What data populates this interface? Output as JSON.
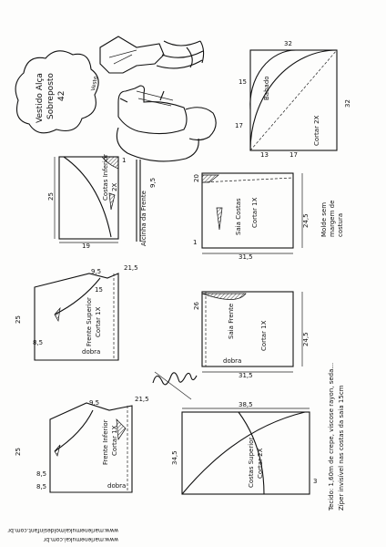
{
  "title": {
    "line1": "Vestido Alça",
    "line2": "Sobreposto",
    "size": "42"
  },
  "pieces": {
    "alcinha": {
      "label": "Alcinha da Frente",
      "dim": "9,5",
      "note": "*"
    },
    "costas_inf": {
      "label": "Costas Inferior",
      "qty": "2X",
      "h": "25",
      "w": "19",
      "w2": "1"
    },
    "saia_costas": {
      "label": "Saia Costas",
      "cut": "Cortar 1X",
      "h1": "20",
      "h2": "24,5",
      "w": "31,5",
      "t1": "1"
    },
    "molde": {
      "l1": "Molde sem",
      "l2": "margem de",
      "l3": "costura"
    },
    "babado": {
      "label": "Babado",
      "qty": "Cortar 2X",
      "side": "32",
      "inner": "17",
      "a": "15",
      "b": "17",
      "c": "13"
    },
    "frente_sup": {
      "label": "Frente Superior",
      "cut": "Cortar 1X",
      "h": "25",
      "w": "21,5",
      "a": "9,5",
      "b": "8,5",
      "c": "15",
      "fold": "dobra"
    },
    "saia_frente": {
      "label": "Saia Frente",
      "cut": "Cortar 1X",
      "h1": "26",
      "h2": "24,5",
      "w": "31,5",
      "fold": "dobra"
    },
    "frente_inf": {
      "label": "Frente Inferior",
      "cut": "Cortar 1X",
      "h": "25",
      "w": "21,5",
      "a": "9,5",
      "b": "8,5",
      "c": "8,5",
      "fold": "dobra"
    },
    "costas_sup": {
      "label": "Costas Superior",
      "cut": "Cortar 2X",
      "h1": "34,5",
      "w": "38,5",
      "s": "3"
    }
  },
  "notes": {
    "tecido": "Tecido: 1,60m de crepe, viscose rayon, seda...",
    "ziper": "Zíper invisível nas costas da saia 15cm"
  },
  "signature": "Marlene Mukai",
  "urls": {
    "u1": "www.marlenemukai.com.br",
    "u2": "www.marlenemukaimoldesinfant.com.br"
  }
}
